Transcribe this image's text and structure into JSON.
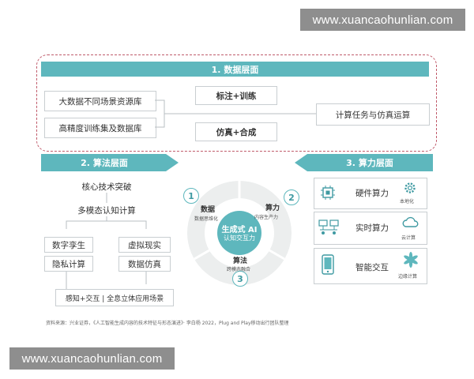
{
  "watermarks": {
    "top": "www.xuancaohunlian.com",
    "bottom": "www.xuancaohunlian.com"
  },
  "data_layer": {
    "title": "1. 数据层面",
    "sources": [
      "大数据不同场景资源库",
      "高精度训练集及数据库"
    ],
    "methods": [
      "标注+训练",
      "仿真+合成"
    ],
    "output": "计算任务与仿真运算"
  },
  "algorithm_layer": {
    "title": "2. 算法层面",
    "core": "核心技术突破",
    "cognition": "多模态认知计算",
    "items": [
      "数字孪生",
      "虚拟现实",
      "隐私计算",
      "数据仿真"
    ],
    "bottom": "感知+交互 | 全息立体应用场景"
  },
  "compute_layer": {
    "title": "3. 算力层面",
    "rows": [
      {
        "label": "硬件算力",
        "tag": "本地化"
      },
      {
        "label": "实时算力",
        "tag": "云计算"
      },
      {
        "label": "智能交互",
        "tag": "边缘计算"
      }
    ]
  },
  "center": {
    "title": "生成式 AI",
    "subtitle": "认知交互力",
    "segments": [
      {
        "num": "1",
        "title": "数据",
        "sub": "数据思维化"
      },
      {
        "num": "2",
        "title": "算力",
        "sub": "内容生产力"
      },
      {
        "num": "3",
        "title": "算法",
        "sub": "跨模态融合"
      }
    ]
  },
  "source_note": "资料来源：兴业证券，《人工智能生成内容的技术特征与形态演进》· 李白杨 2022，Plug and Play移动出行团队整理",
  "colors": {
    "teal": "#5eb7bd",
    "teal_dark": "#3f9aa2",
    "dashed": "#c05a6a",
    "gray": "#8e8e8e"
  }
}
